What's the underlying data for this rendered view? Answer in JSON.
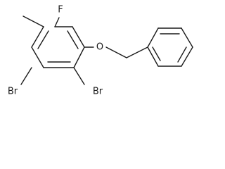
{
  "labels": {
    "fluorine": "F",
    "oxygen": "O",
    "bromine_left": "Br",
    "bromine_right": "Br"
  }
}
